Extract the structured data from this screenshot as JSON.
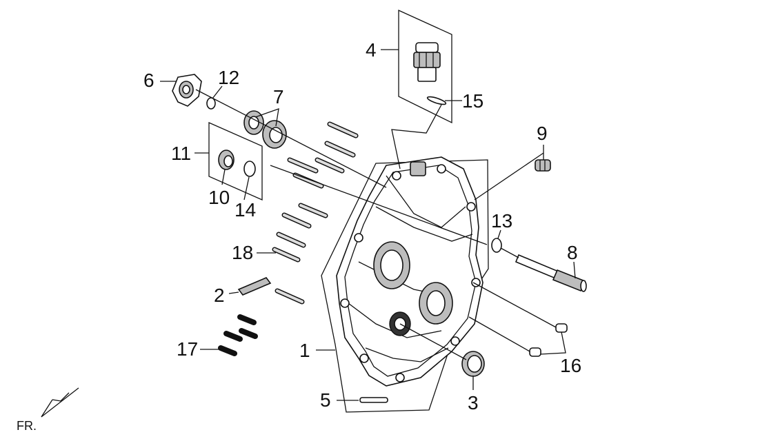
{
  "labels": {
    "p1": "1",
    "p2": "2",
    "p3": "3",
    "p4": "4",
    "p5": "5",
    "p6": "6",
    "p7": "7",
    "p8": "8",
    "p9": "9",
    "p10": "10",
    "p11": "11",
    "p12": "12",
    "p13": "13",
    "p14": "14",
    "p15": "15",
    "p16": "16",
    "p17": "17",
    "p18": "18"
  },
  "orientation": {
    "front_label": "FR."
  }
}
